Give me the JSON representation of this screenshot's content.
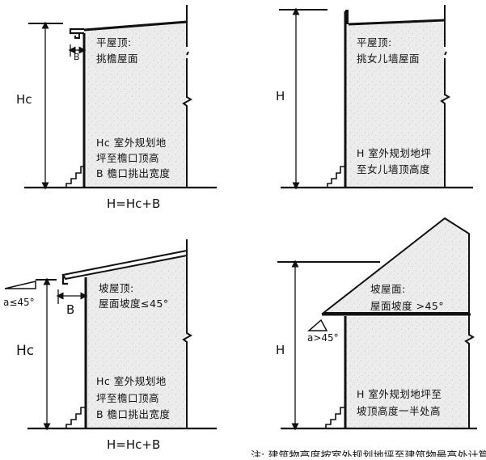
{
  "panels": {
    "p1": {
      "note1": "平屋顶:",
      "note2": "挑檐屋面",
      "desc1": "Hc 室外规划地",
      "desc2": "坪至檐口顶高",
      "desc3": "B 檐口挑出宽度",
      "height_label": "Hc",
      "overhang_label": "B",
      "formula": "H=Hc+B"
    },
    "p2": {
      "note1": "平屋顶:",
      "note2": "挑女儿墙屋面",
      "desc1": "H 室外规划地坪",
      "desc2": "至女儿墙顶高度",
      "height_label": "H"
    },
    "p3": {
      "note1": "坡屋顶:",
      "note2": "屋面坡度≤45°",
      "desc1": "Hc 室外规划地",
      "desc2": "坪至檐口顶高",
      "desc3": "B 檐口挑出宽度",
      "height_label": "Hc",
      "overhang_label": "B",
      "angle_label": "a≤45°",
      "formula": "H=Hc+B"
    },
    "p4": {
      "note1": "坡屋面:",
      "note2": "屋面坡度 >45°",
      "desc1": "H 室外规划地坪至",
      "desc2": "坡顶高度一半处高",
      "height_label": "H",
      "angle_label": "a>45°"
    }
  },
  "footer_caption": "注: 建筑物高度按室外规划地坪至建筑物最高处计算"
}
